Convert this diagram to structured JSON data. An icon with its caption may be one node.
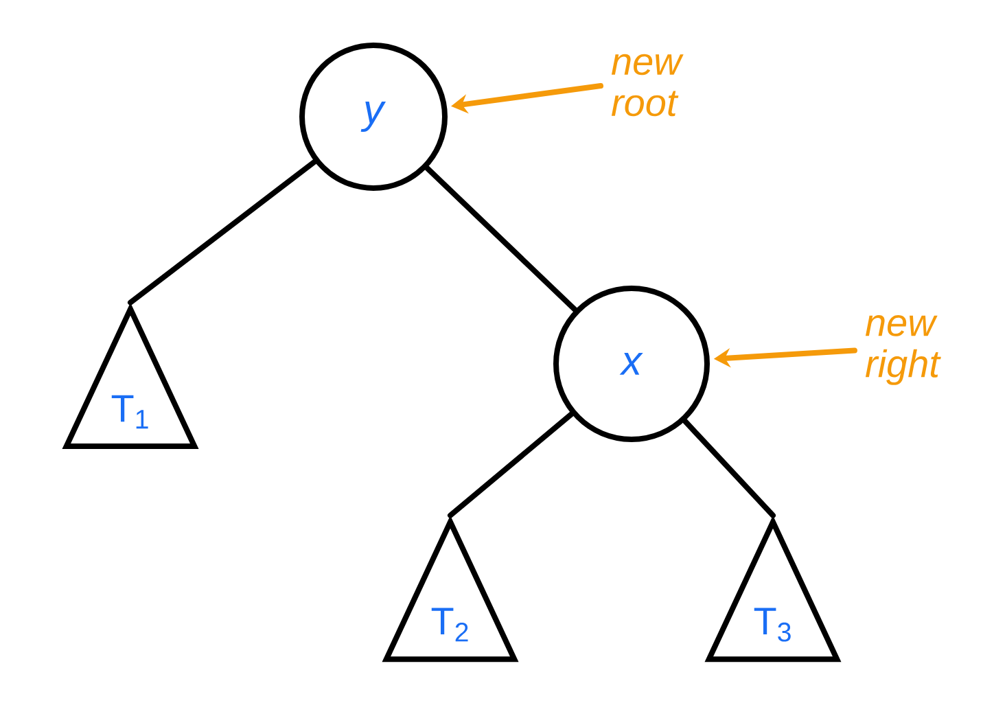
{
  "diagram": {
    "nodes": [
      {
        "text": [
          "y"
        ]
      },
      {
        "text": [
          "T$_{1}$"
        ]
      },
      {
        "text": [
          "x"
        ]
      },
      {
        "text": [
          "T$_{2}$"
        ]
      },
      {
        "text": [
          "T$_{3}$"
        ]
      },
      {
        "text": [
          "new root"
        ]
      },
      {
        "text": [
          "new right"
        ]
      }
    ],
    "edges": [
      {
        "from": 0,
        "to": 1,
        "arrow": "none"
      },
      {
        "from": 0,
        "to": 2,
        "arrow": "none"
      },
      {
        "from": 2,
        "to": 3,
        "arrow": "none"
      },
      {
        "from": 2,
        "to": 4,
        "arrow": "none"
      },
      {
        "from": 5,
        "to": 0,
        "arrow": "to",
        "color": "#f59a0a"
      },
      {
        "from": 6,
        "to": 2,
        "arrow": "to",
        "color": "#f59a0a"
      }
    ]
  }
}
